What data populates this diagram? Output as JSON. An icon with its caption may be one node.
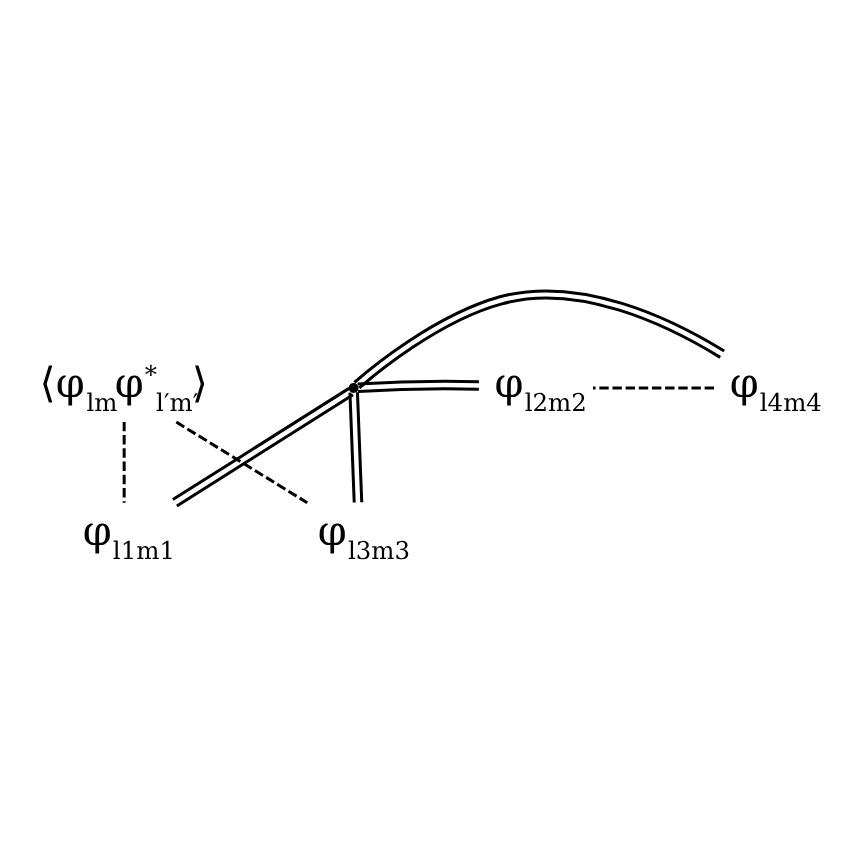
{
  "diagram": {
    "nodes": [
      {
        "text": [
          "⟨φ$_{lm}$φ$^{*}$$_{l′m′}$⟩"
        ]
      },
      {
        "text": [
          "φ$_{l1m1}$"
        ]
      },
      {
        "text": [
          "φ$_{l4m4}$"
        ]
      },
      {
        "text": [],
        "shape": "cross"
      },
      {
        "text": [
          "φ$_{l2m2}$"
        ]
      },
      {
        "text": [
          "φ$_{l3m3}$"
        ]
      }
    ],
    "edges": [
      {
        "from": 0,
        "to": 1,
        "arrow": "none",
        "style": "dashed"
      },
      {
        "from": 0,
        "to": 5,
        "arrow": "none",
        "style": "dashed"
      },
      {
        "from": 3,
        "to": 1,
        "arrow": "none"
      },
      {
        "from": 3,
        "to": 2,
        "arrow": "none"
      },
      {
        "from": 3,
        "to": 4,
        "arrow": "none"
      },
      {
        "from": 3,
        "to": 5,
        "arrow": "none"
      },
      {
        "from": 2,
        "to": 4,
        "arrow": "none",
        "style": "dashed"
      }
    ]
  }
}
